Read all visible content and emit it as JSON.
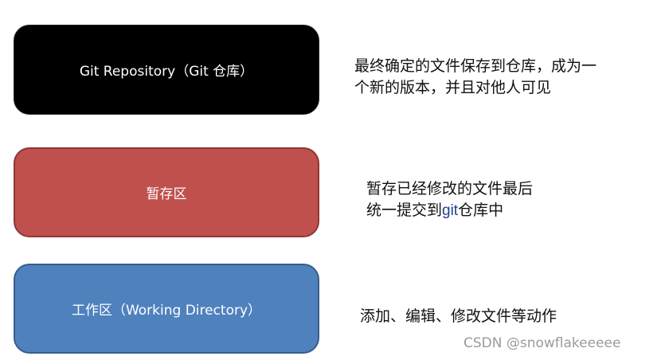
{
  "diagram": {
    "boxes": [
      {
        "label": "Git Repository（Git 仓库）",
        "color": "#000000",
        "description": [
          "最终确定的文件保存到仓库，成为一",
          "个新的版本，并且对他人可见"
        ]
      },
      {
        "label": "暂存区",
        "color": "#C0504D",
        "description": [
          "暂存已经修改的文件最后",
          "统一提交到",
          "git",
          "仓库中"
        ]
      },
      {
        "label": "工作区（Working Directory）",
        "color": "#4F81BD",
        "description": [
          "添加、编辑、修改文件等动作"
        ]
      }
    ]
  },
  "watermark": "CSDN @snowflakeeeee"
}
